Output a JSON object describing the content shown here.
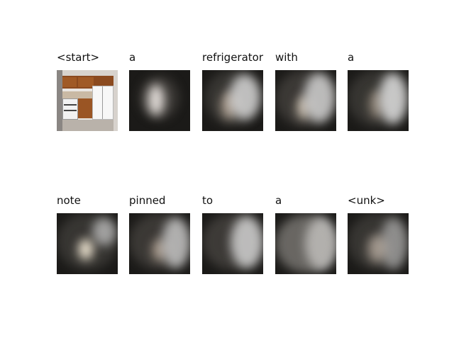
{
  "words": [
    "<start>",
    "a",
    "refrigerator",
    "with",
    "a",
    "note",
    "pinned",
    "to",
    "a",
    "<unk>"
  ]
}
